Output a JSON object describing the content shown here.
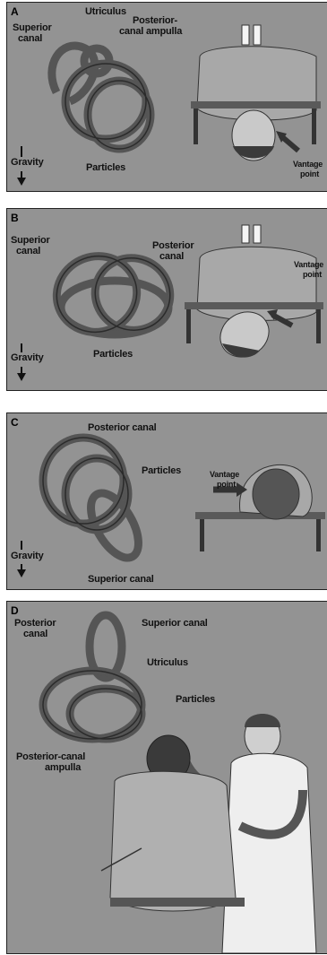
{
  "panels": {
    "a": {
      "letter": "A",
      "labels": {
        "utriculus": "Utriculus",
        "posterior_ampulla_1": "Posterior-",
        "posterior_ampulla_2": "canal ampulla",
        "superior_1": "Superior",
        "superior_2": "canal",
        "gravity": "Gravity",
        "particles": "Particles",
        "vantage_1": "Vantage",
        "vantage_2": "point"
      }
    },
    "b": {
      "letter": "B",
      "labels": {
        "superior_1": "Superior",
        "superior_2": "canal",
        "posterior_1": "Posterior",
        "posterior_2": "canal",
        "vantage_1": "Vantage",
        "vantage_2": "point",
        "gravity": "Gravity",
        "particles": "Particles"
      }
    },
    "c": {
      "letter": "C",
      "labels": {
        "posterior": "Posterior canal",
        "particles": "Particles",
        "vantage_1": "Vantage",
        "vantage_2": "point",
        "gravity": "Gravity",
        "superior": "Superior canal"
      }
    },
    "d": {
      "letter": "D",
      "labels": {
        "posterior_1": "Posterior",
        "posterior_2": "canal",
        "superior": "Superior canal",
        "utriculus": "Utriculus",
        "particles": "Particles",
        "ampulla_1": "Posterior-canal",
        "ampulla_2": "ampulla"
      }
    }
  },
  "colors": {
    "background": "#8f8f8f",
    "canal": "#6a6a6a",
    "ink": "#111111"
  }
}
